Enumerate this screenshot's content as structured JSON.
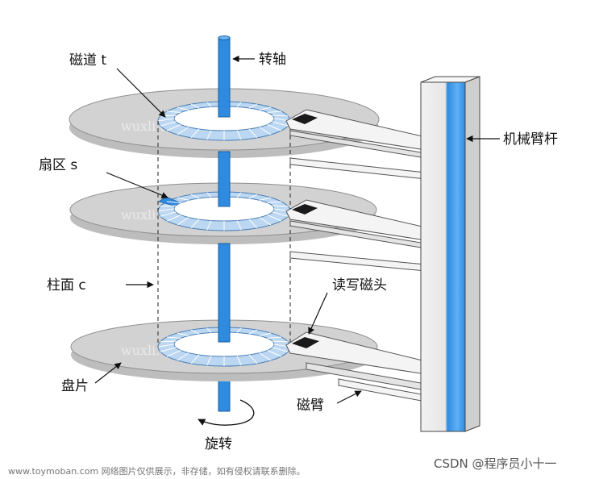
{
  "labels": {
    "track": "磁道 t",
    "spindle": "转轴",
    "sector": "扇区 s",
    "actuator_arm": "机械臂杆",
    "cylinder": "柱面 c",
    "read_write_head": "读写磁头",
    "platter": "盘片",
    "arm": "磁臂",
    "rotation": "旋转"
  },
  "watermark": {
    "left": "www.toymoban.com 网络图片仅供展示，非存储，如有侵权请联系删除。",
    "right": "CSDN @程序员小十一",
    "ghost": "wuxli.c"
  },
  "colors": {
    "platter": "#d2d2d2",
    "platter_edge": "#8f8f8f",
    "track": "#bcd7f2",
    "sector": "#2f8be0",
    "spindle": "#2f8be0",
    "arm": "#f4f4f4",
    "head": "#1a1a1a"
  },
  "icons": [
    "curved-rotation-arrow-icon",
    "pointer-arrow-icon"
  ]
}
